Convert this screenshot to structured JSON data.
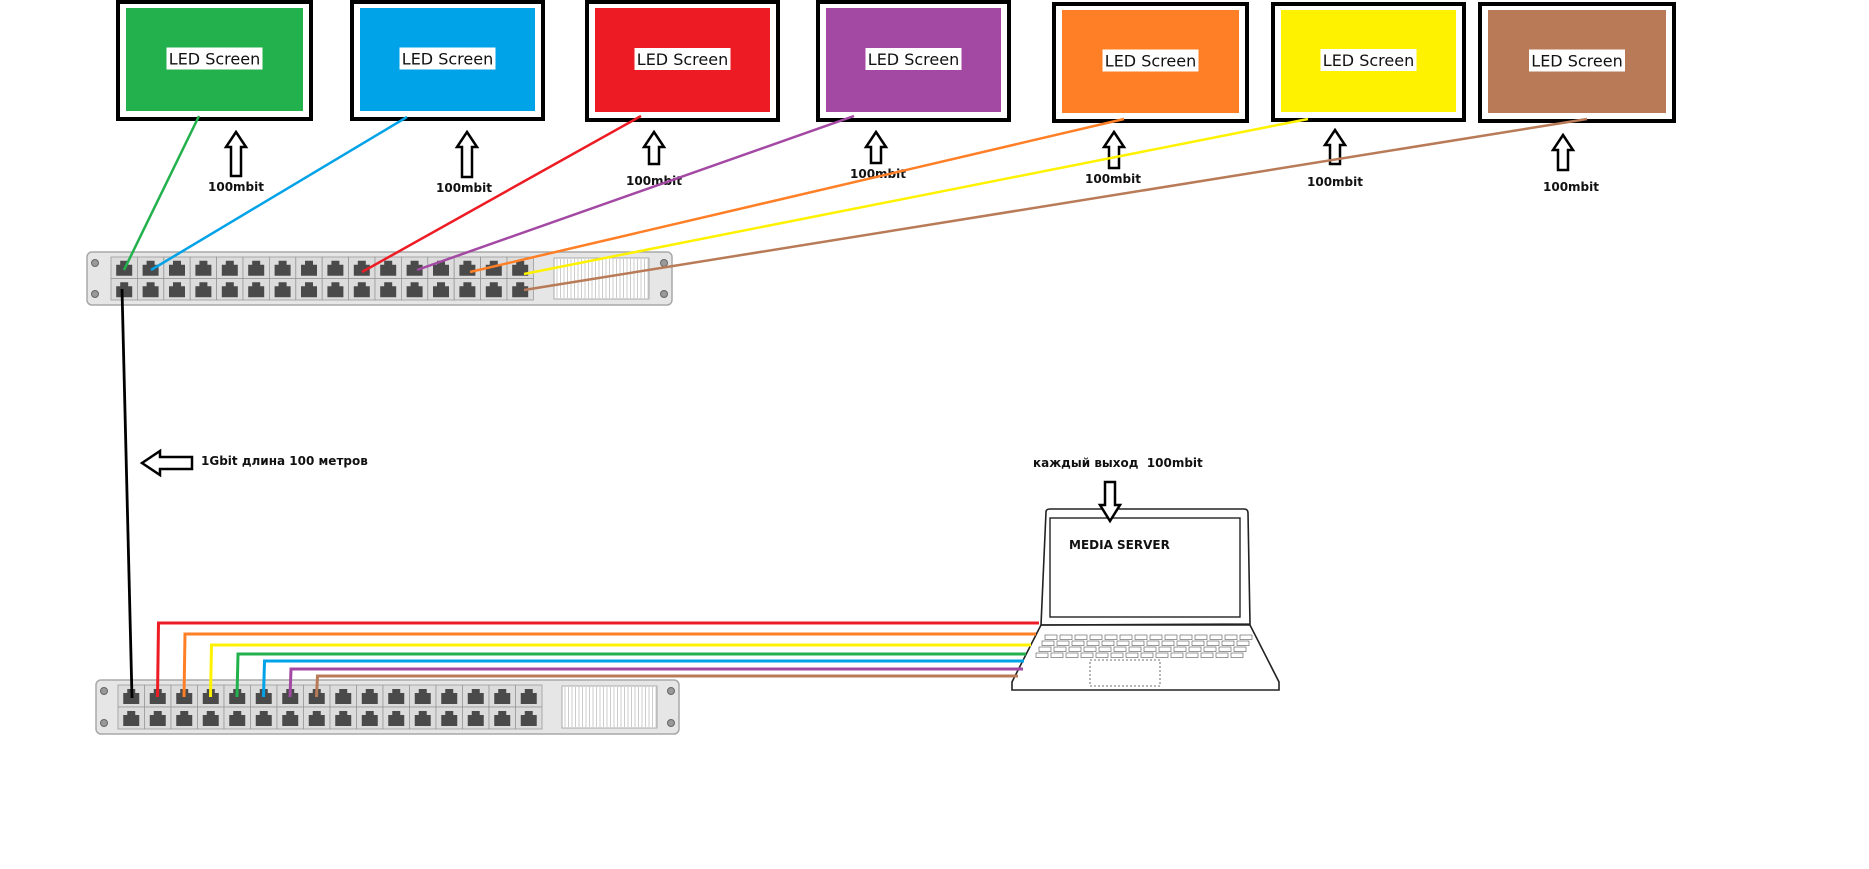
{
  "diagram": {
    "title": "LED screens network topology",
    "screens": [
      {
        "id": "screen-green",
        "label": "LED Screen",
        "color": "#22b14c",
        "bandwidth": "100mbit"
      },
      {
        "id": "screen-blue",
        "label": "LED Screen",
        "color": "#00a2e8",
        "bandwidth": "100mbit"
      },
      {
        "id": "screen-red",
        "label": "LED Screen",
        "color": "#ed1c24",
        "bandwidth": "100mbit"
      },
      {
        "id": "screen-purple",
        "label": "LED Screen",
        "color": "#a349a4",
        "bandwidth": "100mbit"
      },
      {
        "id": "screen-orange",
        "label": "LED Screen",
        "color": "#ff7f27",
        "bandwidth": "100mbit"
      },
      {
        "id": "screen-yellow",
        "label": "LED Screen",
        "color": "#fff200",
        "bandwidth": "100mbit"
      },
      {
        "id": "screen-brown",
        "label": "LED Screen",
        "color": "#b97a57",
        "bandwidth": "100mbit"
      }
    ],
    "top_switch": {
      "ports_per_row": 16,
      "rows": 2
    },
    "bottom_switch": {
      "ports_per_row": 16,
      "rows": 2
    },
    "uplink": {
      "label": "1Gbit длина 100 метров",
      "color": "#000000"
    },
    "media_server": {
      "label": "MEDIA SERVER",
      "note": "каждый выход  100mbit"
    },
    "server_cables": [
      {
        "color": "#ed1c24",
        "screen": "screen-red"
      },
      {
        "color": "#ff7f27",
        "screen": "screen-orange"
      },
      {
        "color": "#fff200",
        "screen": "screen-yellow"
      },
      {
        "color": "#22b14c",
        "screen": "screen-green"
      },
      {
        "color": "#00a2e8",
        "screen": "screen-blue"
      },
      {
        "color": "#a349a4",
        "screen": "screen-purple"
      },
      {
        "color": "#b97a57",
        "screen": "screen-brown"
      }
    ],
    "colors": {
      "port": "#4a4a4a",
      "switch_body": "#e6e6e6",
      "switch_border": "#a8a8a8",
      "outline": "#000000"
    }
  }
}
